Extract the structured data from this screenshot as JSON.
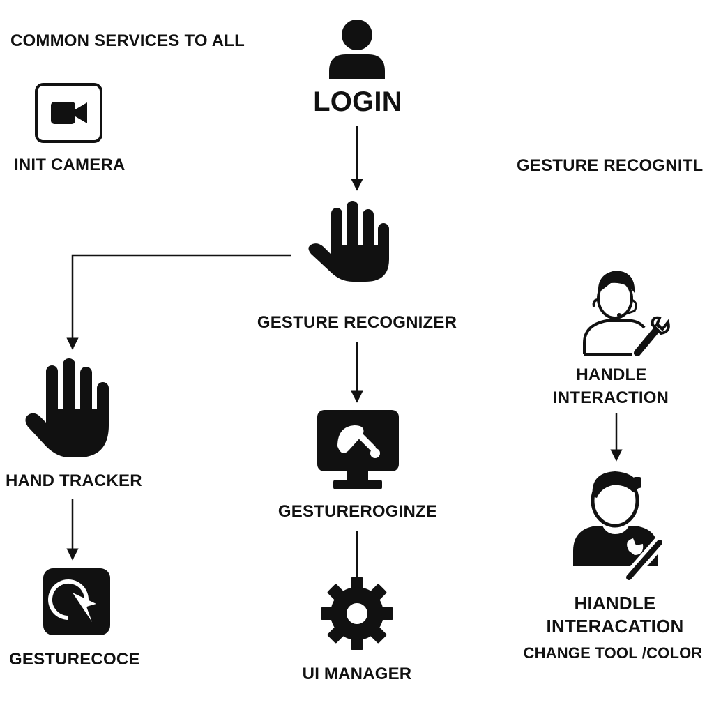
{
  "labels": {
    "common_services": "COMMON SERVICES TO ALL",
    "login": "LOGIN",
    "init_camera": "INIT CAMERA",
    "gesture_recognitl": "GESTURE RECOGNITL",
    "gesture_recognizer": "GESTURE RECOGNIZER",
    "hand_tracker": "HAND TRACKER",
    "gestureroginze": "GESTUREROGINZE",
    "gesturecoce": "GESTURECOCE",
    "ui_manager": "UI MANAGER",
    "handle_interaction_1_line1": "HANDLE",
    "handle_interaction_1_line2": "INTERACTION",
    "handle_interaction_2_line1": "HIANDLE",
    "handle_interaction_2_line2": "INTERACATION",
    "change_tool_color": "CHANGE TOOL /COLOR"
  },
  "icons": {
    "user": "user-icon",
    "camera": "video-camera-icon",
    "hand_main": "raised-hand-icon",
    "hand_tracker": "raised-hand-icon",
    "monitor": "monitor-brush-icon",
    "gesture_app": "gesture-app-icon",
    "gear": "gear-icon",
    "support": "support-agent-wrench-icon",
    "technician": "person-tools-icon"
  },
  "edges": [
    {
      "from": "login",
      "to": "gesture_recognizer"
    },
    {
      "from": "gesture_recognizer",
      "to": "hand_tracker"
    },
    {
      "from": "gesture_recognizer",
      "to": "gestureroginze"
    },
    {
      "from": "hand_tracker",
      "to": "gesturecoce"
    },
    {
      "from": "gestureroginze",
      "to": "ui_manager"
    },
    {
      "from": "handle_interaction_1",
      "to": "handle_interaction_2"
    }
  ],
  "colors": {
    "ink": "#111111",
    "background": "#ffffff"
  }
}
